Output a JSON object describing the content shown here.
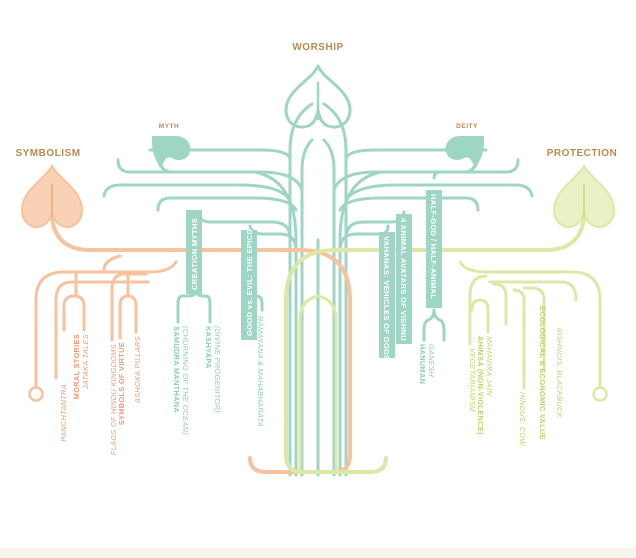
{
  "colors": {
    "teal": "#9fd5c4",
    "teal_text": "#8ccbb9",
    "orange": "#f7c29e",
    "orange_text": "#ef9a70",
    "green": "#dce9a6",
    "green_text": "#c0d26a",
    "header_text": "#b98a50"
  },
  "headings": {
    "worship": "WORSHIP",
    "myth": "MYTH",
    "deity": "DEITY",
    "symbolism": "SYMBOLISM",
    "protection": "PROTECTION"
  },
  "boxes": {
    "creation_myths": "CREATION MYTHS",
    "good_vs_evil": "GOOD vs. EVIL: THE EPICS",
    "vahanas": "VAHANAS: VEHICLES OF GODS",
    "animal_avatars": "4 ANIMAL AVATARS OF VISHNU",
    "half_god": "HALF-GOD / HALF-ANIMAL"
  },
  "myth_leaves": {
    "samudra_1": "SAMUDRA MANTHANA",
    "samudra_2": "(CHURNING OF THE OCEAN)",
    "kashyapa_1": "KASHYAPA",
    "kashyapa_2": "(DIVINE PROGENITOR)",
    "ramayana": "RAMAYANA & MAHABHARATA"
  },
  "deity_leaves": {
    "hanuman": "HANUMAN",
    "ganesh": "GANESH"
  },
  "symbolism_leaves": {
    "panchtantra": "PANCHTANTRA",
    "moral_stories": "MORAL STORIES",
    "jataka_tales": "JATAKA TALES",
    "flags": "FLAGS OF HINDU KINGDOMS",
    "symbols_of_virtue": "SYMBOLS OF VIRTUE",
    "ashoka_pillars": "ASHOKA PILLARS"
  },
  "protection_leaves": {
    "vegetarianism": "VEGETARIANISM",
    "ahimsa": "AHIMSA (NON-VIOLENCE)",
    "mahavira": "MAHAVIRA JAIN",
    "ecological": "ECOLOGICAL & ECONOMIC VALUE",
    "bishnois": "BISHNOIS: BLACKBUCK",
    "hindus_cow": "HINDUS: COW"
  }
}
